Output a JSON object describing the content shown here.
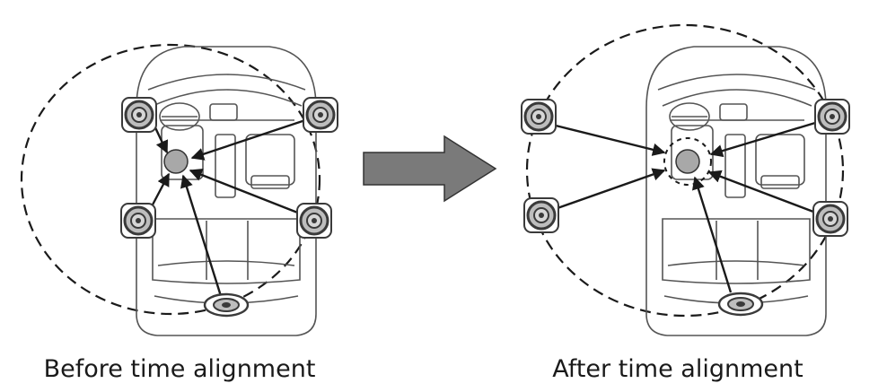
{
  "captions": {
    "before": "Before time alignment",
    "after": "After time alignment"
  },
  "colors": {
    "line": "#1a1a1a",
    "car_outline": "#555555",
    "speaker_ring": "#3a3a3a",
    "speaker_cone": "#bdbdbd",
    "listener_head": "#a8a8a8",
    "arrow_fill": "#7a7a7a"
  },
  "icons": {
    "speaker": "speaker-icon",
    "listener": "listener-head-icon",
    "transition": "right-arrow-icon"
  },
  "panels": [
    {
      "id": "before",
      "speakers": [
        "front-left",
        "front-right",
        "rear-left",
        "rear-right",
        "subwoofer"
      ]
    },
    {
      "id": "after",
      "speakers": [
        "front-left",
        "front-right",
        "rear-left",
        "rear-right",
        "subwoofer"
      ]
    }
  ]
}
